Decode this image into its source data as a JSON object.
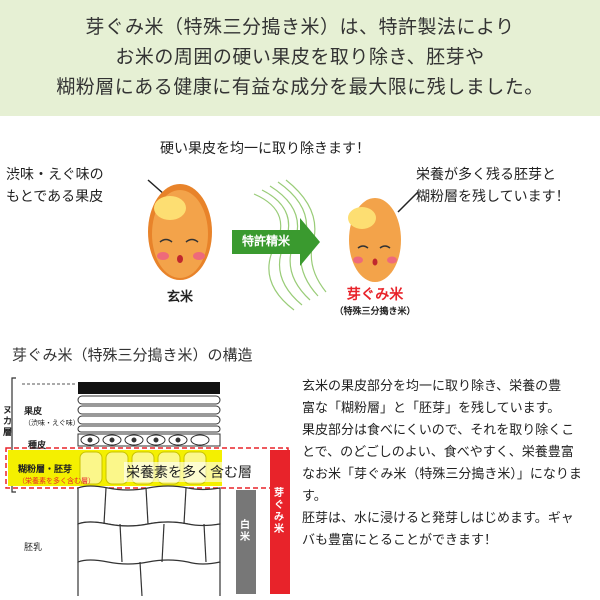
{
  "banner": {
    "line1": "芽ぐみ米（特殊三分搗き米）は、特許製法により",
    "line2": "お米の周囲の硬い果皮を取り除き、胚芽や",
    "line3": "糊粉層にある健康に有益な成分を最大限に残しました。"
  },
  "process": {
    "top_caption": "硬い果皮を均一に取り除きます！",
    "left_caption_1": "渋味・えぐ味の",
    "left_caption_2": "もとである果皮",
    "right_caption_1": "栄養が多く残る胚芽と",
    "right_caption_2": "糊粉層を残しています！",
    "arrow_label": "特許精米",
    "left_grain_label": "玄米",
    "right_grain_label": "芽ぐみ米",
    "right_grain_sub": "（特殊三分搗き米）"
  },
  "structure": {
    "title": "芽ぐみ米（特殊三分搗き米）の構造",
    "side_label": "ヌカ層",
    "kahi_label": "果皮",
    "kahi_sub": "（渋味・えぐ味）",
    "shuhi_label": "種皮",
    "kofun_label": "糊粉層・胚芽",
    "kofun_sub": "（栄養素を多く含む層）",
    "hainyu_label": "胚乳",
    "nutrient_label": "栄養素を多く含む層",
    "hakumai_label": "白米",
    "megumi_label": "芽ぐみ米"
  },
  "description": {
    "line1": "玄米の果皮部分を均一に取り除き、栄養の豊",
    "line2": "富な「糊粉層」と「胚芽」を残しています。",
    "line3": "果皮部分は食べにくいので、それを取り除くこ",
    "line4": "とで、のどごしのよい、食べやすく、栄養豊富",
    "line5": "なお米「芽ぐみ米（特殊三分搗き米）」になりま",
    "line6": "す。",
    "line7": "胚芽は、水に浸けると発芽しはじめます。ギャ",
    "line8": "バも豊富にとることができます！"
  },
  "colors": {
    "banner_bg": "#e6f0d4",
    "accent_red": "#e8232a",
    "arrow_green": "#3a9a2f",
    "kofun_yellow": "#f4f000",
    "grain_orange": "#f39a3a"
  }
}
